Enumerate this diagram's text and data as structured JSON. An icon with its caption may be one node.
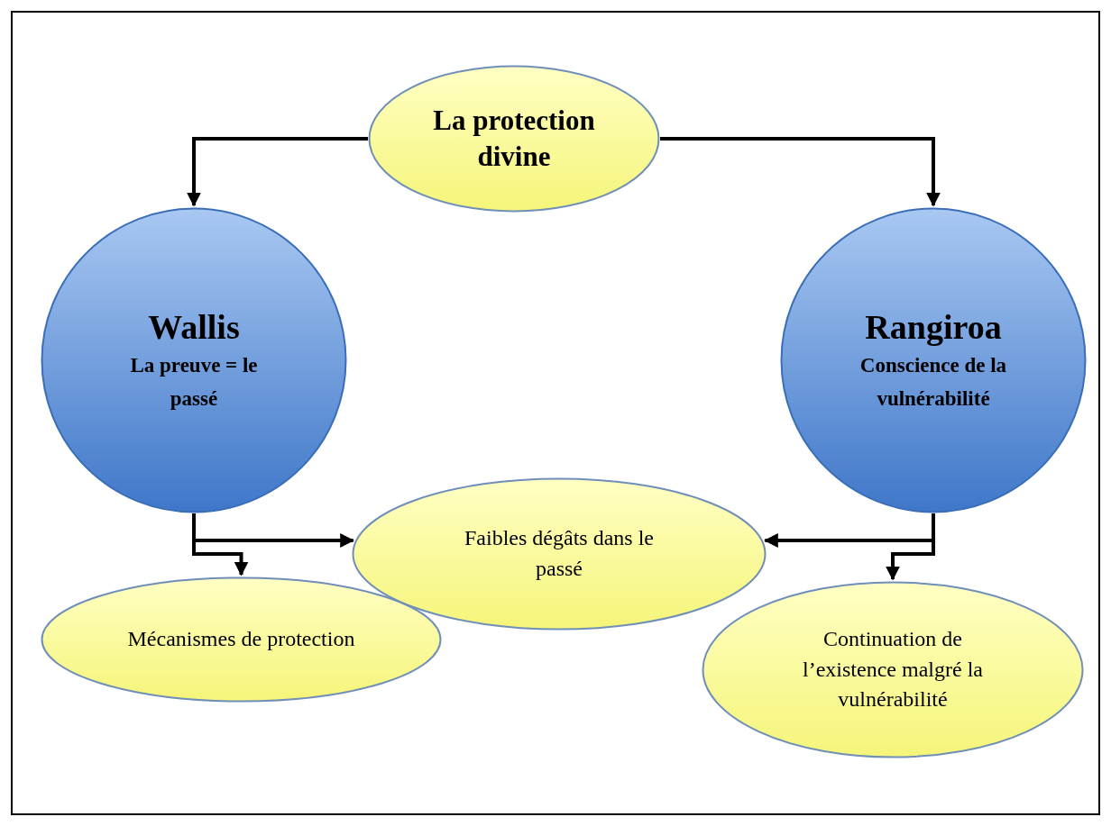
{
  "diagram": {
    "nodes": [
      {
        "text": [
          "La protection divine"
        ]
      },
      {
        "text": [
          "Wallis",
          "La preuve = le passé"
        ]
      },
      {
        "text": [
          "Rangiroa",
          "Conscience de la vulnérabilité"
        ]
      },
      {
        "text": [
          "Faibles dégâts dans le passé"
        ]
      },
      {
        "text": [
          "Mécanismes de protection"
        ]
      },
      {
        "text": [
          "Continuation de l’existence malgré la vulnérabilité"
        ]
      }
    ],
    "edges": [
      {
        "from": 0,
        "to": 1,
        "arrow": "to"
      },
      {
        "from": 0,
        "to": 2,
        "arrow": "to"
      },
      {
        "from": 1,
        "to": 3,
        "arrow": "to"
      },
      {
        "from": 1,
        "to": 4,
        "arrow": "to"
      },
      {
        "from": 2,
        "to": 3,
        "arrow": "to"
      },
      {
        "from": 2,
        "to": 5,
        "arrow": "to"
      }
    ]
  }
}
